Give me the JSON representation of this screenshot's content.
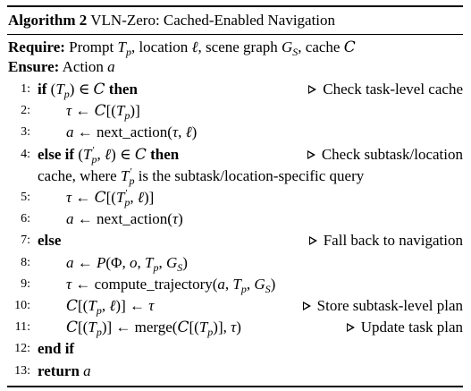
{
  "algorithm": {
    "label": "Algorithm 2",
    "title": "VLN-Zero: Cached-Enabled Navigation",
    "require_kw": "Require:",
    "require_text": "Prompt T_p, location ℓ, scene graph G_S, cache C",
    "ensure_kw": "Ensure:",
    "ensure_text": "Action a",
    "lines": [
      {
        "n": "1:",
        "text": "if (T_p) ∈ C then",
        "comment": "Check task-level cache"
      },
      {
        "n": "2:",
        "text": "τ ← C[(T_p)]",
        "comment": ""
      },
      {
        "n": "3:",
        "text": "a ← next_action(τ, ℓ)",
        "comment": ""
      },
      {
        "n": "4:",
        "text": "else if (T′_p, ℓ) ∈ C then",
        "comment": "Check subtask/location"
      },
      {
        "n": "",
        "text": "cache, where T′_p is the subtask/location-specific query",
        "comment": ""
      },
      {
        "n": "5:",
        "text": "τ ← C[(T′_p, ℓ)]",
        "comment": ""
      },
      {
        "n": "6:",
        "text": "a ← next_action(τ)",
        "comment": ""
      },
      {
        "n": "7:",
        "text": "else",
        "comment": "Fall back to navigation"
      },
      {
        "n": "8:",
        "text": "a ← P(Φ, o, T_p, G_S)",
        "comment": ""
      },
      {
        "n": "9:",
        "text": "τ ← compute_trajectory(a, T_p, G_S)",
        "comment": ""
      },
      {
        "n": "10:",
        "text": "C[(T_p, ℓ)] ← τ",
        "comment": "Store subtask-level plan"
      },
      {
        "n": "11:",
        "text": "C[(T_p)] ← merge(C[(T_p)], τ)",
        "comment": "Update task plan"
      },
      {
        "n": "12:",
        "text": "end if",
        "comment": ""
      },
      {
        "n": "13:",
        "text": "return a",
        "comment": ""
      }
    ]
  }
}
